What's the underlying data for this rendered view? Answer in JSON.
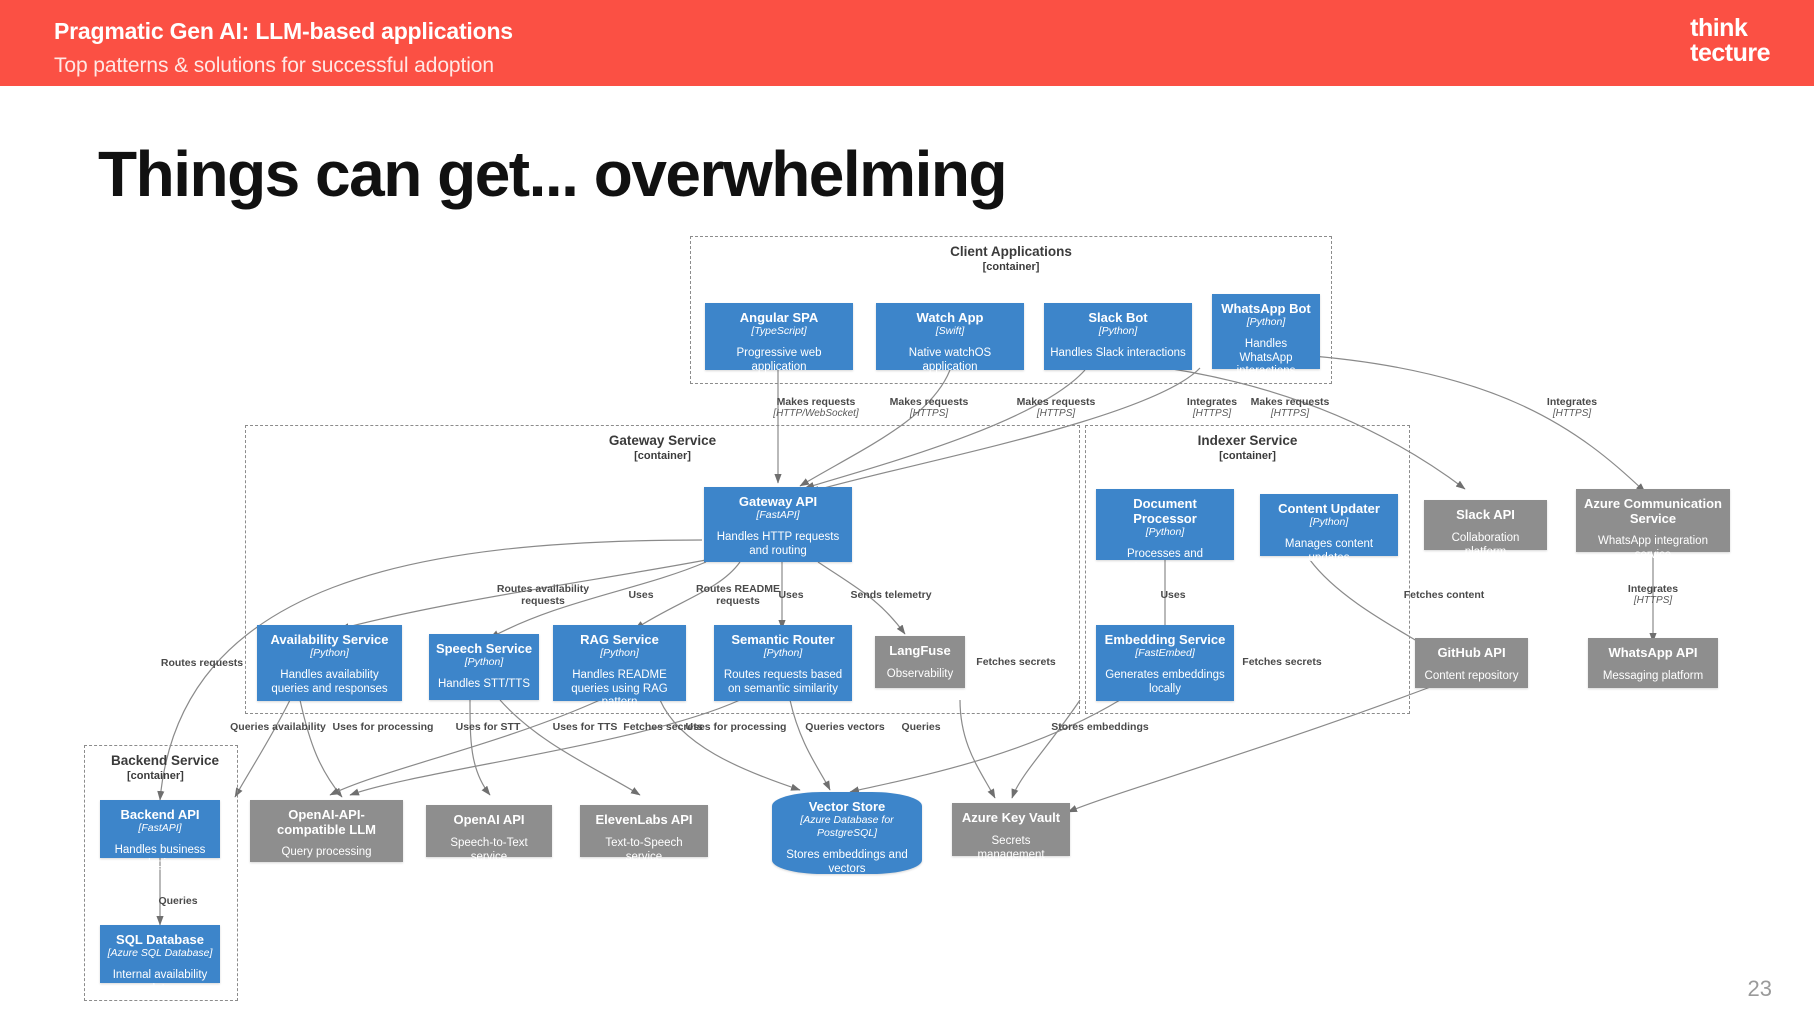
{
  "header": {
    "title": "Pragmatic Gen AI: LLM-based applications",
    "subtitle": "Top patterns & solutions for successful adoption",
    "logo_line1": "think",
    "logo_line2": "tecture",
    "brand_color": "#FB5044"
  },
  "slide": {
    "title": "Things can get... overwhelming",
    "page_number": "23"
  },
  "diagram": {
    "node_blue": "#3D85CA",
    "node_gray": "#8E8E8E",
    "boundaries": [
      {
        "name": "Client Applications",
        "type": "[container]"
      },
      {
        "name": "Gateway Service",
        "type": "[container]"
      },
      {
        "name": "Indexer Service",
        "type": "[container]"
      },
      {
        "name": "Backend Service",
        "type": "[container]"
      }
    ],
    "nodes": [
      {
        "name": "Angular SPA",
        "tech": "[TypeScript]",
        "desc": "Progressive web application",
        "style": "blue"
      },
      {
        "name": "Watch App",
        "tech": "[Swift]",
        "desc": "Native watchOS application",
        "style": "blue"
      },
      {
        "name": "Slack Bot",
        "tech": "[Python]",
        "desc": "Handles Slack interactions",
        "style": "blue"
      },
      {
        "name": "WhatsApp Bot",
        "tech": "[Python]",
        "desc": "Handles WhatsApp interactions",
        "style": "blue"
      },
      {
        "name": "Gateway API",
        "tech": "[FastAPI]",
        "desc": "Handles HTTP requests and routing",
        "style": "blue"
      },
      {
        "name": "Document Processor",
        "tech": "[Python]",
        "desc": "Processes and transforms documents",
        "style": "blue"
      },
      {
        "name": "Content Updater",
        "tech": "[Python]",
        "desc": "Manages content updates",
        "style": "blue"
      },
      {
        "name": "Slack API",
        "tech": "",
        "desc": "Collaboration platform",
        "style": "gray"
      },
      {
        "name": "Azure Communication Service",
        "tech": "",
        "desc": "WhatsApp integration service",
        "style": "gray"
      },
      {
        "name": "Availability Service",
        "tech": "[Python]",
        "desc": "Handles availability queries and responses",
        "style": "blue"
      },
      {
        "name": "Speech Service",
        "tech": "[Python]",
        "desc": "Handles STT/TTS",
        "style": "blue"
      },
      {
        "name": "RAG Service",
        "tech": "[Python]",
        "desc": "Handles README queries using RAG pattern",
        "style": "blue"
      },
      {
        "name": "Semantic Router",
        "tech": "[Python]",
        "desc": "Routes requests based on semantic similarity",
        "style": "blue"
      },
      {
        "name": "LangFuse",
        "tech": "",
        "desc": "Observability",
        "style": "gray"
      },
      {
        "name": "Embedding Service",
        "tech": "[FastEmbed]",
        "desc": "Generates embeddings locally",
        "style": "blue"
      },
      {
        "name": "GitHub API",
        "tech": "",
        "desc": "Content repository",
        "style": "gray"
      },
      {
        "name": "WhatsApp API",
        "tech": "",
        "desc": "Messaging platform",
        "style": "gray"
      },
      {
        "name": "Backend API",
        "tech": "[FastAPI]",
        "desc": "Handles business logic",
        "style": "blue"
      },
      {
        "name": "OpenAI-API-compatible LLM",
        "tech": "",
        "desc": "Query processing",
        "style": "gray"
      },
      {
        "name": "OpenAI API",
        "tech": "",
        "desc": "Speech-to-Text service",
        "style": "gray"
      },
      {
        "name": "ElevenLabs API",
        "tech": "",
        "desc": "Text-to-Speech service",
        "style": "gray"
      },
      {
        "name": "Vector Store",
        "tech": "[Azure Database for PostgreSQL]",
        "desc": "Stores embeddings and vectors",
        "style": "blue"
      },
      {
        "name": "Azure Key Vault",
        "tech": "",
        "desc": "Secrets management",
        "style": "gray"
      },
      {
        "name": "SQL Database",
        "tech": "[Azure SQL Database]",
        "desc": "Internal availability data",
        "style": "blue"
      }
    ],
    "edge_labels": [
      {
        "label": "Makes requests",
        "proto": "[HTTP/WebSocket]"
      },
      {
        "label": "Makes requests",
        "proto": "[HTTPS]"
      },
      {
        "label": "Makes requests",
        "proto": "[HTTPS]"
      },
      {
        "label": "Integrates",
        "proto": "[HTTPS]"
      },
      {
        "label": "Makes requests",
        "proto": "[HTTPS]"
      },
      {
        "label": "Integrates",
        "proto": "[HTTPS]"
      },
      {
        "label": "Routes availability requests",
        "proto": ""
      },
      {
        "label": "Uses",
        "proto": ""
      },
      {
        "label": "Routes README requests",
        "proto": ""
      },
      {
        "label": "Uses",
        "proto": ""
      },
      {
        "label": "Sends telemetry",
        "proto": ""
      },
      {
        "label": "Uses",
        "proto": ""
      },
      {
        "label": "Fetches content",
        "proto": ""
      },
      {
        "label": "Integrates",
        "proto": "[HTTPS]"
      },
      {
        "label": "Routes requests",
        "proto": ""
      },
      {
        "label": "Fetches secrets",
        "proto": ""
      },
      {
        "label": "Fetches secrets",
        "proto": ""
      },
      {
        "label": "Queries availability",
        "proto": ""
      },
      {
        "label": "Uses for processing",
        "proto": ""
      },
      {
        "label": "Uses for STT",
        "proto": ""
      },
      {
        "label": "Uses for TTS",
        "proto": ""
      },
      {
        "label": "Fetches secrets",
        "proto": ""
      },
      {
        "label": "Uses for processing",
        "proto": ""
      },
      {
        "label": "Queries vectors",
        "proto": ""
      },
      {
        "label": "Queries",
        "proto": ""
      },
      {
        "label": "Stores embeddings",
        "proto": ""
      },
      {
        "label": "Queries",
        "proto": ""
      }
    ]
  }
}
